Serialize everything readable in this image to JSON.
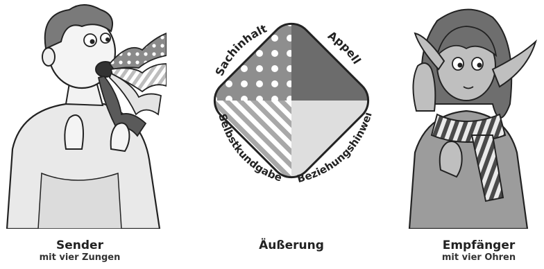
{
  "sender": {
    "title": "Sender",
    "subtitle": "mit vier Zungen"
  },
  "message": {
    "title": "Äußerung",
    "quadrants": {
      "top_left": "Sachinhalt",
      "top_right": "Appell",
      "bottom_left": "Selbstkundgabe",
      "bottom_right": "Beziehungshinweis"
    }
  },
  "receiver": {
    "title": "Empfänger",
    "subtitle": "mit vier Ohren"
  },
  "colors": {
    "dark": "#5a5a5a",
    "mid": "#9a9a9a",
    "light": "#d8d8d8",
    "ink": "#222222"
  }
}
